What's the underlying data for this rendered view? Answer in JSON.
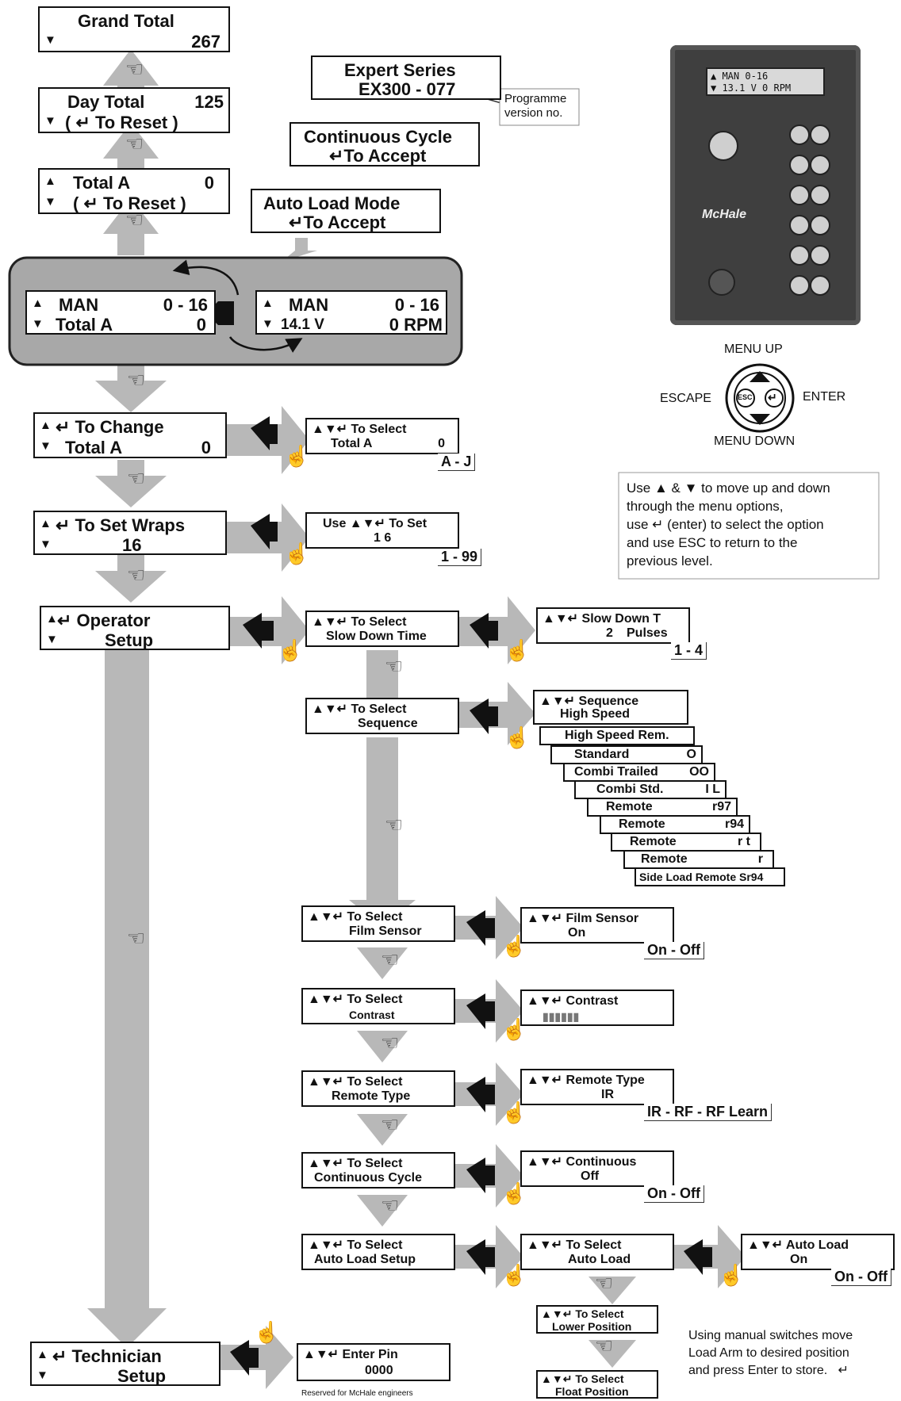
{
  "lcd_screens": {
    "grand_total": {
      "line1": "Grand Total",
      "line2_value": "267"
    },
    "day_total": {
      "line1_label": "Day Total",
      "line1_value": "125",
      "line2": "( ↵ To Reset )"
    },
    "total_a_reset": {
      "line1_label": "Total A",
      "line1_value": "0",
      "line2": "( ↵ To Reset )"
    },
    "main_left": {
      "l1a": "MAN",
      "l1b": "0 - 16",
      "l2a": "Total A",
      "l2b": "0"
    },
    "main_right": {
      "l1a": "MAN",
      "l1b": "0 - 16",
      "l2a": "14.1 V",
      "l2b": "0 RPM"
    },
    "expert_series": {
      "line1": "Expert  Series",
      "line2": "EX300 - 077"
    },
    "continuous_cycle_accept": {
      "line1": "Continuous Cycle",
      "line2": "↵To Accept"
    },
    "auto_load_accept": {
      "line1": "Auto Load Mode",
      "line2": "↵To Accept"
    },
    "to_change": {
      "line1": "↵ To Change",
      "line2_label": "Total  A",
      "line2_value": "0"
    },
    "to_select_total": {
      "line1": "▲▼↵ To  Select",
      "line2_label": "Total  A",
      "line2_value": "0"
    },
    "to_set_wraps": {
      "line1": "↵ To Set Wraps",
      "line2": "16"
    },
    "use_to_set": {
      "line1": "Use   ▲▼↵ To Set",
      "line2": "1 6"
    },
    "operator_setup": {
      "line1": "↵ Operator",
      "line2": "Setup"
    },
    "select_slow_down": {
      "line1": "▲▼↵ To Select",
      "line2": "Slow Down Time"
    },
    "slow_down_t": {
      "line1": "▲▼↵ Slow Down T",
      "line2_num": "2",
      "line2_label": "Pulses"
    },
    "select_sequence": {
      "line1": "▲▼↵ To Select",
      "line2": "Sequence"
    },
    "sequence_front": {
      "line1": "▲▼↵   Sequence",
      "line2": "High Speed"
    },
    "select_film": {
      "line1": "▲▼↵ To  Select",
      "line2": "Film Sensor"
    },
    "film_sensor": {
      "line1": "▲▼↵ Film Sensor",
      "line2": "On"
    },
    "select_contrast": {
      "line1": "▲▼↵ To  Select",
      "line2": "Contrast"
    },
    "contrast": {
      "line1": "▲▼↵ Contrast",
      "line2": "▮▮▮▮▮▮"
    },
    "select_remote": {
      "line1": "▲▼↵ To Select",
      "line2": "Remote Type"
    },
    "remote_type": {
      "line1": "▲▼↵ Remote Type",
      "line2": "IR"
    },
    "select_continuous": {
      "line1": "▲▼↵ To Select",
      "line2": "Continuous Cycle"
    },
    "continuous": {
      "line1": "▲▼↵ Continuous",
      "line2": "Off"
    },
    "select_auto_load_setup": {
      "line1": "▲▼↵ To Select",
      "line2": "Auto Load Setup"
    },
    "select_auto_load": {
      "line1": "▲▼↵  To  Select",
      "line2": "Auto Load"
    },
    "auto_load": {
      "line1": "▲▼↵  Auto Load",
      "line2": "On"
    },
    "lower_position": {
      "line1": "▲▼↵ To  Select",
      "line2": "Lower Position"
    },
    "float_position": {
      "line1": "▲▼↵ To  Select",
      "line2": "Float Position"
    },
    "technician_setup": {
      "line1": "↵  Technician",
      "line2": "Setup"
    },
    "enter_pin": {
      "line1": "▲▼↵  Enter  Pin",
      "line2": "0000"
    }
  },
  "sequence_options": [
    {
      "label": "High Speed Rem.",
      "code": ""
    },
    {
      "label": "Standard",
      "code": "O"
    },
    {
      "label": "Combi Trailed",
      "code": "OO"
    },
    {
      "label": "Combi Std.",
      "code": "I L"
    },
    {
      "label": "Remote",
      "code": "r97"
    },
    {
      "label": "Remote",
      "code": "r94"
    },
    {
      "label": "Remote",
      "code": "r t"
    },
    {
      "label": "Remote",
      "code": "r"
    },
    {
      "label": "Side Load Remote Sr94",
      "code": ""
    }
  ],
  "ranges": {
    "total_a": "A - J",
    "wraps": "1 - 99",
    "slow_down": "1 - 4",
    "film": "On - Off",
    "remote": "IR - RF - RF Learn",
    "continuous": "On - Off",
    "auto_load": "On - Off"
  },
  "annotations": {
    "programme_version": "Programme\nversion no.",
    "reserved": "Reserved for McHale engineers",
    "manual_switches": "Using manual switches move\nLoad Arm to desired position\nand press Enter to store.   ↵",
    "instructions": "Use ▲ & ▼ to move up and down\nthrough the menu options,\nuse ↵ (enter) to select the option\nand use ESC to return to the\nprevious level."
  },
  "keypad_labels": {
    "menu_up": "MENU UP",
    "menu_down": "MENU DOWN",
    "escape": "ESCAPE",
    "enter": "ENTER",
    "esc_key": "ESC"
  },
  "device": {
    "lcd_line1": "▲ MAN       0-16",
    "lcd_line2": "▼ 13.1 V    0 RPM",
    "brand": "McHale"
  },
  "colors": {
    "arrow_gray": "#b8b8b8",
    "panel_gray": "#a8a8a8",
    "lcd_border": "#111111"
  }
}
